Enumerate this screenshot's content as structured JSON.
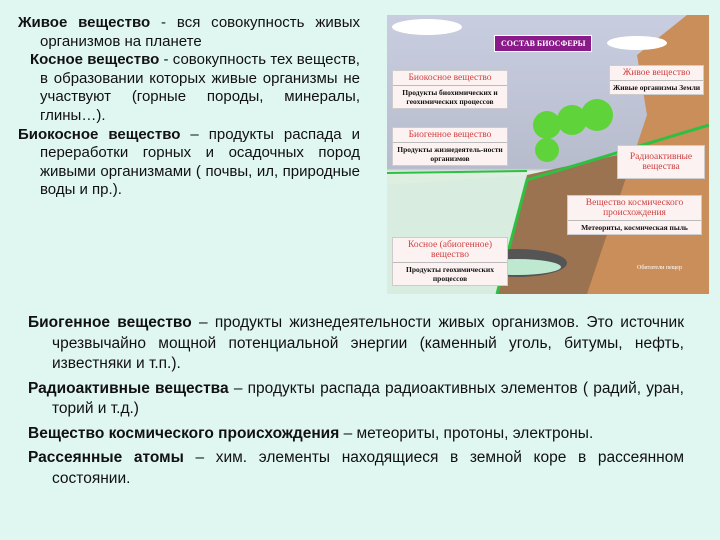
{
  "left_text": [
    {
      "term": "Живое вещество",
      "rest": " - вся совокупность живых организмов на планете"
    },
    {
      "term": "Косное вещество",
      "rest": " - совокупность тех веществ, в образовании которых живые организмы не участвуют (горные породы, минералы, глины…)."
    },
    {
      "term": "Биокосное вещество",
      "rest": " – продукты распада и переработки горных и осадочных пород живыми организмами ( почвы, ил, природные воды и пр.)."
    }
  ],
  "bottom_text": [
    {
      "term": "Биогенное вещество",
      "rest": " – продукты жизнедеятельности живых организмов. Это источник чрезвычайно мощной потенциальной энергии (каменный уголь, битумы, нефть, известняки и т.п.)."
    },
    {
      "term": "Радиоактивные вещества",
      "rest": " – продукты распада радиоактивных элементов ( радий, уран, торий и т.д.)"
    },
    {
      "term": "Вещество космического происхождения",
      "rest": " – метеориты, протоны, электроны."
    },
    {
      "term": "Рассеянные атомы",
      "rest": " – хим. элементы находящиеся в земной коре в рассеянном состоянии."
    }
  ],
  "diagram": {
    "title": "СОСТАВ БИОСФЕРЫ",
    "boxes": [
      {
        "head": "Биокосное вещество",
        "sub": "Продукты биохимических и геохимических процессов"
      },
      {
        "head": "Живое вещество",
        "sub": "Живые организмы Земли"
      },
      {
        "head": "Биогенное вещество",
        "sub": "Продукты жизнедеятель-ности организмов"
      },
      {
        "head": "Радиоактивные вещества",
        "sub": ""
      },
      {
        "head": "Вещество космического происхождения",
        "sub": "Метеориты, космическая пыль"
      },
      {
        "head": "Косное (абиогенное) вещество",
        "sub": "Продукты геохимических процессов"
      }
    ],
    "cave_label": "Обитатели пещер"
  }
}
